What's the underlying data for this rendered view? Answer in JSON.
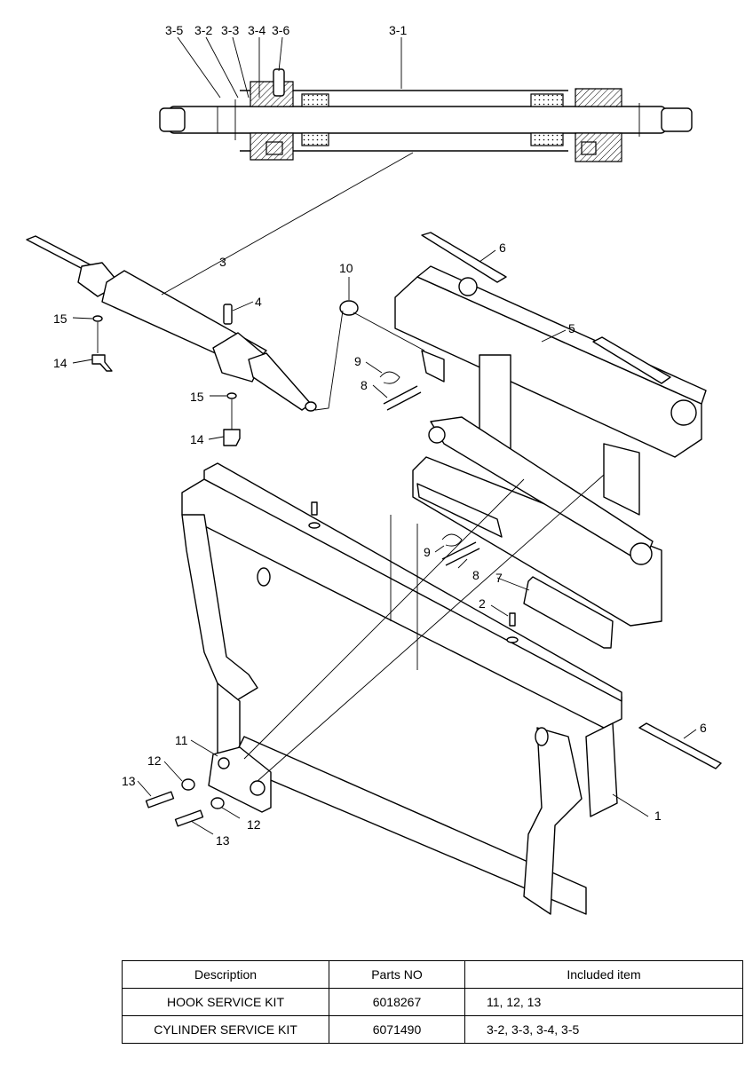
{
  "callouts": {
    "c3_5": "3-5",
    "c3_2": "3-2",
    "c3_3": "3-3",
    "c3_4": "3-4",
    "c3_6": "3-6",
    "c3_1": "3-1",
    "c3": "3",
    "c4": "4",
    "c15a": "15",
    "c14a": "14",
    "c15b": "15",
    "c14b": "14",
    "c10": "10",
    "c6a": "6",
    "c5": "5",
    "c9a": "9",
    "c8a": "8",
    "c9b": "9",
    "c8b": "8",
    "c7": "7",
    "c2a": "2",
    "c6b": "6",
    "c1": "1",
    "c11": "11",
    "c12a": "12",
    "c13a": "13",
    "c12b": "12",
    "c13b": "13"
  },
  "table": {
    "headers": [
      "Description",
      "Parts NO",
      "Included item"
    ],
    "rows": [
      {
        "description": "HOOK SERVICE KIT",
        "parts_no": "6018267",
        "included": "11, 12, 13"
      },
      {
        "description": "CYLINDER SERVICE KIT",
        "parts_no": "6071490",
        "included": "3-2, 3-3, 3-4, 3-5"
      }
    ]
  }
}
